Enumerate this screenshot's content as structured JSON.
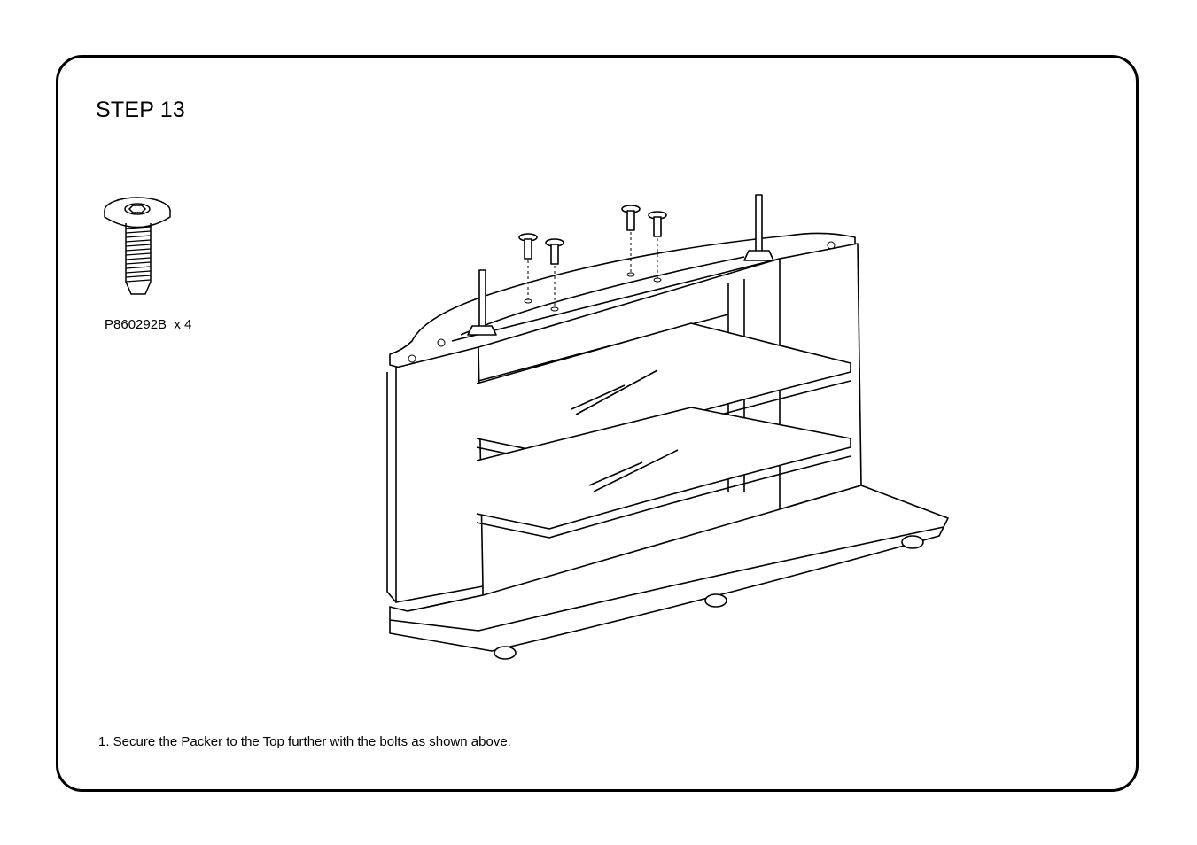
{
  "step": {
    "title": "STEP 13"
  },
  "parts": [
    {
      "code_qty": "P860292B  x 4",
      "icon": "bolt-icon"
    }
  ],
  "instructions": [
    "1. Secure the Packer to the Top further with the bolts as shown above."
  ],
  "colors": {
    "line": "#000000",
    "background": "#ffffff"
  }
}
